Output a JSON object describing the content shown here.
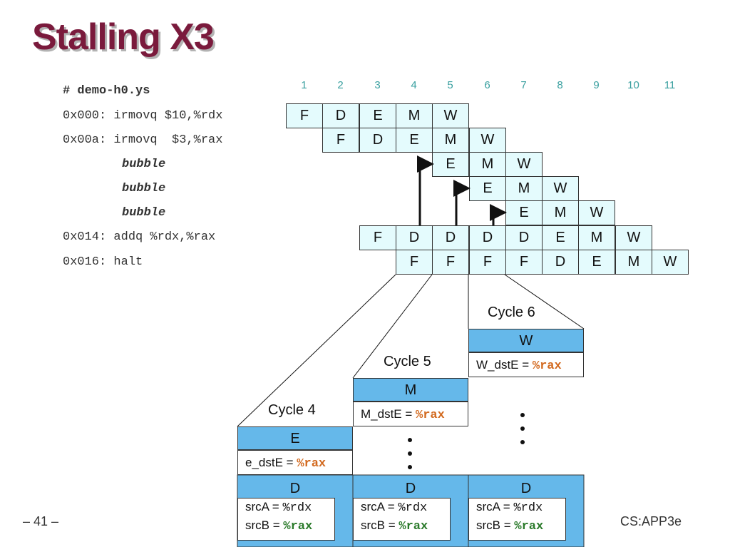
{
  "slide": {
    "title": "Stalling X3",
    "page_number": "– 41 –",
    "footer_right": "CS:APP3e"
  },
  "code": {
    "header": "# demo-h0.ys",
    "lines": [
      "0x000: irmovq $10,%rdx",
      "0x00a: irmovq  $3,%rax",
      "bubble",
      "bubble",
      "bubble",
      "0x014: addq %rdx,%rax",
      "0x016: halt"
    ]
  },
  "cycles": [
    "1",
    "2",
    "3",
    "4",
    "5",
    "6",
    "7",
    "8",
    "9",
    "10",
    "11"
  ],
  "pipeline": {
    "rows": [
      {
        "start": 1,
        "stages": [
          "F",
          "D",
          "E",
          "M",
          "W"
        ]
      },
      {
        "start": 2,
        "stages": [
          "F",
          "D",
          "E",
          "M",
          "W"
        ]
      },
      {
        "start": 5,
        "stages": [
          "E",
          "M",
          "W"
        ]
      },
      {
        "start": 6,
        "stages": [
          "E",
          "M",
          "W"
        ]
      },
      {
        "start": 7,
        "stages": [
          "E",
          "M",
          "W"
        ]
      },
      {
        "start": 3,
        "stages": [
          "F",
          "D",
          "D",
          "D",
          "D",
          "E",
          "M",
          "W"
        ]
      },
      {
        "start": 4,
        "stages": [
          "F",
          "F",
          "F",
          "F",
          "D",
          "E",
          "M",
          "W"
        ]
      }
    ]
  },
  "details": {
    "cycle4": {
      "label": "Cycle 4",
      "stage": "E",
      "reg_label": "e_dstE =",
      "reg_value": "%rax",
      "d_stage": "D"
    },
    "cycle5": {
      "label": "Cycle 5",
      "stage": "M",
      "reg_label": "M_dstE =",
      "reg_value": "%rax",
      "d_stage": "D"
    },
    "cycle6": {
      "label": "Cycle 6",
      "stage": "W",
      "reg_label": "W_dstE =",
      "reg_value": "%rax",
      "d_stage": "D"
    },
    "srcA_label": "srcA =",
    "srcA_value": "%rdx",
    "srcB_label": "srcB =",
    "srcB_value": "%rax"
  }
}
